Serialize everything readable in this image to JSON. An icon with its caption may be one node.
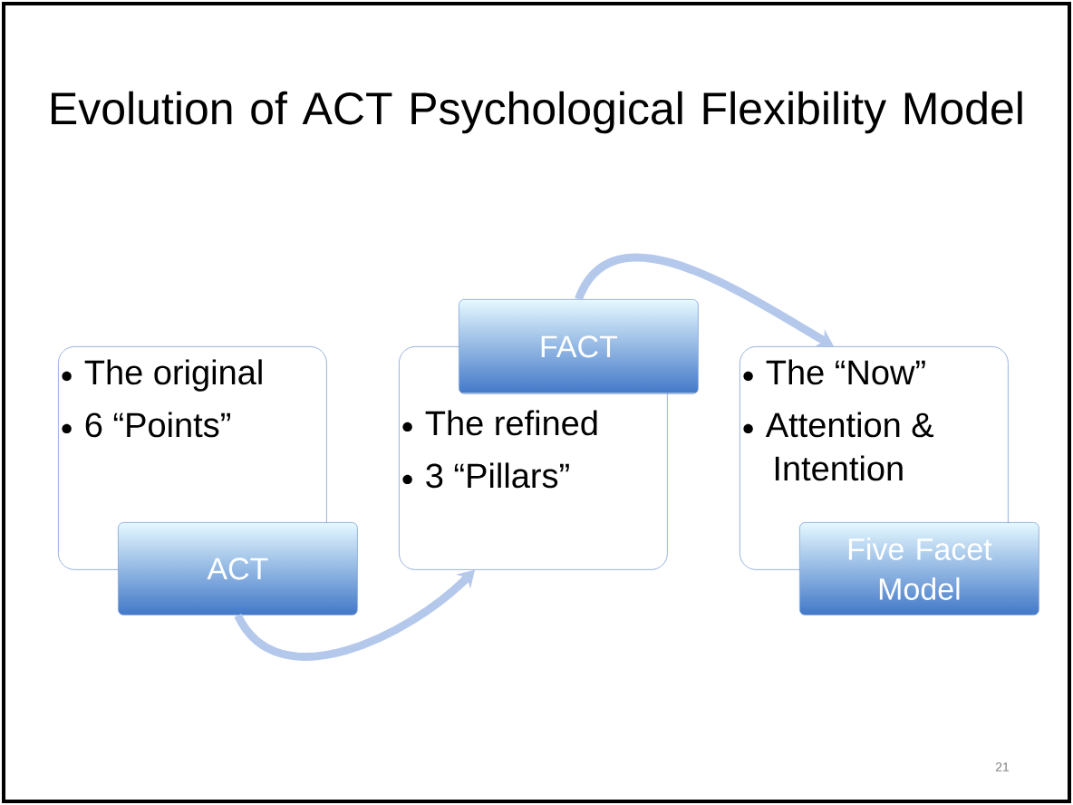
{
  "diagram": {
    "title": "Evolution of ACT Psychological Flexibility Model",
    "nodes": [
      {
        "text": [
          "The original",
          "6 “Points”"
        ]
      },
      {
        "text": [
          "ACT"
        ]
      },
      {
        "text": [
          "The refined",
          "3 “Pillars”"
        ]
      },
      {
        "text": [
          "FACT"
        ]
      },
      {
        "text": [
          "The “Now”",
          "Attention & Intention"
        ]
      },
      {
        "text": [
          "Five Facet Model"
        ]
      }
    ],
    "edges": [
      {
        "from": 1,
        "to": 2,
        "arrow": "to"
      },
      {
        "from": 3,
        "to": 4,
        "arrow": "to"
      }
    ],
    "labels": [
      "21"
    ]
  }
}
